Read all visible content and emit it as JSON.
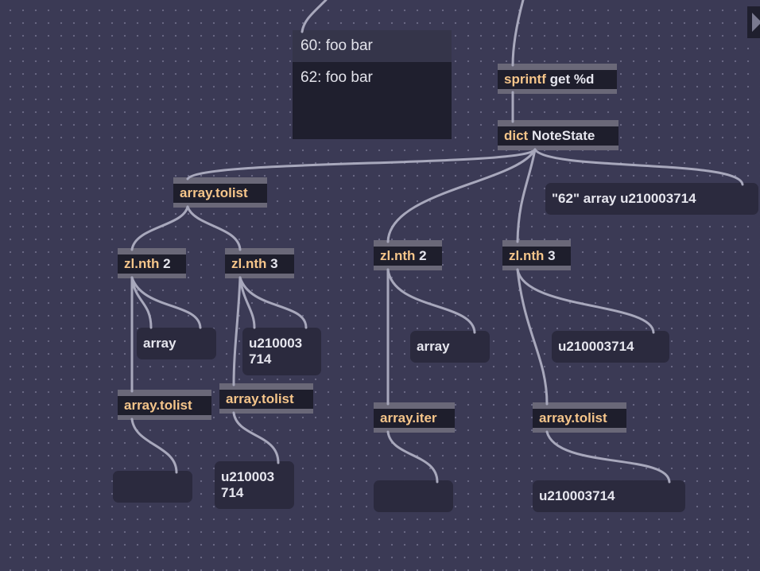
{
  "menu": {
    "items": [
      "60: foo bar",
      "62: foo bar"
    ],
    "selected": 0
  },
  "objects": {
    "sprintf": {
      "cls": "sprintf",
      "args": "get %d"
    },
    "dict": {
      "cls": "dict",
      "args": "NoteState"
    },
    "tolist1": {
      "cls": "array.tolist"
    },
    "nth2a": {
      "cls": "zl.nth",
      "args": "2"
    },
    "nth3a": {
      "cls": "zl.nth",
      "args": "3"
    },
    "nth2b": {
      "cls": "zl.nth",
      "args": "2"
    },
    "nth3b": {
      "cls": "zl.nth",
      "args": "3"
    },
    "tolist2": {
      "cls": "array.tolist"
    },
    "tolist3": {
      "cls": "array.tolist"
    },
    "iter": {
      "cls": "array.iter"
    },
    "tolist4": {
      "cls": "array.tolist"
    }
  },
  "messages": {
    "dictout": "\"62\" array u210003714",
    "m1": "array",
    "m2": "u210003\n714",
    "m3": "array",
    "m4": "u210003714",
    "m5": "",
    "m6": "u210003\n714",
    "m7": "",
    "m8": "u210003714"
  },
  "colors": {
    "background": "#3b3a55",
    "class_text": "#f5c58a",
    "cord": "#a8a8bc",
    "inlet": "#f0a890",
    "outlet": "#d8e070",
    "msg_outlet": "#8ee0e8"
  }
}
